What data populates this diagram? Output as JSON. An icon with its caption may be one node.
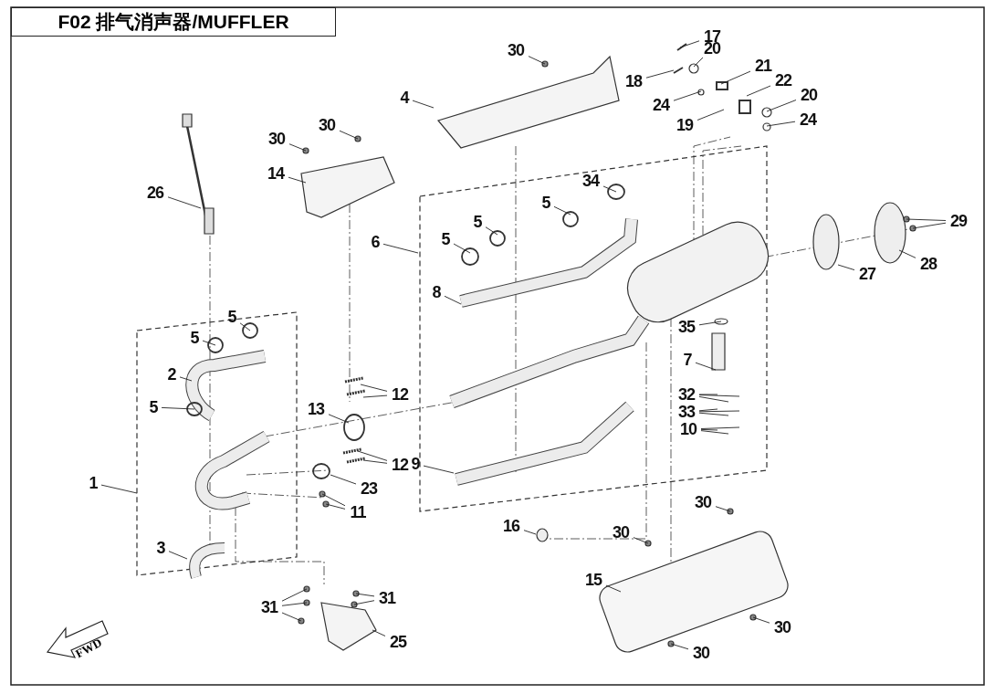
{
  "diagram": {
    "title": "F02 排气消声器/MUFFLER",
    "nodes": [
      {
        "text": [
          "30"
        ]
      },
      {
        "text": [
          "17"
        ]
      },
      {
        "text": [
          "20"
        ]
      },
      {
        "text": [
          "18"
        ]
      },
      {
        "text": [
          "21"
        ]
      },
      {
        "text": [
          "4"
        ]
      },
      {
        "text": [
          "24"
        ]
      },
      {
        "text": [
          "22"
        ]
      },
      {
        "text": [
          "20"
        ]
      },
      {
        "text": [
          "19"
        ]
      },
      {
        "text": [
          "24"
        ]
      },
      {
        "text": [
          "30"
        ]
      },
      {
        "text": [
          "30"
        ]
      },
      {
        "text": [
          "14"
        ]
      },
      {
        "text": [
          "34"
        ]
      },
      {
        "text": [
          "26"
        ]
      },
      {
        "text": [
          "5"
        ]
      },
      {
        "text": [
          "6"
        ]
      },
      {
        "text": [
          "5"
        ]
      },
      {
        "text": [
          "5"
        ]
      },
      {
        "text": [
          "29"
        ]
      },
      {
        "text": [
          "27"
        ]
      },
      {
        "text": [
          "28"
        ]
      },
      {
        "text": [
          "8"
        ]
      },
      {
        "text": [
          "5"
        ]
      },
      {
        "text": [
          "5"
        ]
      },
      {
        "text": [
          "35"
        ]
      },
      {
        "text": [
          "7"
        ]
      },
      {
        "text": [
          "2"
        ]
      },
      {
        "text": [
          "32"
        ]
      },
      {
        "text": [
          "12"
        ]
      },
      {
        "text": [
          "5"
        ]
      },
      {
        "text": [
          "33"
        ]
      },
      {
        "text": [
          "13"
        ]
      },
      {
        "text": [
          "10"
        ]
      },
      {
        "text": [
          "9"
        ]
      },
      {
        "text": [
          "12"
        ]
      },
      {
        "text": [
          "23"
        ]
      },
      {
        "text": [
          "1"
        ]
      },
      {
        "text": [
          "11"
        ]
      },
      {
        "text": [
          "30"
        ]
      },
      {
        "text": [
          "16"
        ]
      },
      {
        "text": [
          "30"
        ]
      },
      {
        "text": [
          "3"
        ]
      },
      {
        "text": [
          "15"
        ]
      },
      {
        "text": [
          "31"
        ]
      },
      {
        "text": [
          "31"
        ]
      },
      {
        "text": [
          "30"
        ]
      },
      {
        "text": [
          "25"
        ]
      },
      {
        "text": [
          "30"
        ]
      }
    ],
    "edges": [
      {
        "from": 0,
        "to": null,
        "arrow": "none"
      },
      {
        "from": 1,
        "to": null,
        "arrow": "none"
      },
      {
        "from": 2,
        "to": null,
        "arrow": "none"
      },
      {
        "from": 3,
        "to": null,
        "arrow": "none"
      },
      {
        "from": 4,
        "to": null,
        "arrow": "none"
      },
      {
        "from": 5,
        "to": null,
        "arrow": "none"
      },
      {
        "from": 6,
        "to": null,
        "arrow": "none"
      },
      {
        "from": 7,
        "to": null,
        "arrow": "none"
      },
      {
        "from": 8,
        "to": null,
        "arrow": "none"
      },
      {
        "from": 9,
        "to": null,
        "arrow": "none"
      },
      {
        "from": 10,
        "to": null,
        "arrow": "none"
      },
      {
        "from": 11,
        "to": null,
        "arrow": "none"
      },
      {
        "from": 12,
        "to": null,
        "arrow": "none"
      },
      {
        "from": 13,
        "to": null,
        "arrow": "none"
      },
      {
        "from": 14,
        "to": null,
        "arrow": "none"
      },
      {
        "from": 15,
        "to": null,
        "arrow": "none"
      },
      {
        "from": 16,
        "to": null,
        "arrow": "none"
      },
      {
        "from": 17,
        "to": null,
        "arrow": "none"
      },
      {
        "from": 18,
        "to": null,
        "arrow": "none"
      },
      {
        "from": 19,
        "to": null,
        "arrow": "none"
      },
      {
        "from": 20,
        "to": null,
        "arrow": "none"
      },
      {
        "from": 20,
        "to": null,
        "arrow": "none"
      },
      {
        "from": 21,
        "to": null,
        "arrow": "none"
      },
      {
        "from": 22,
        "to": null,
        "arrow": "none"
      },
      {
        "from": 23,
        "to": null,
        "arrow": "none"
      },
      {
        "from": 24,
        "to": null,
        "arrow": "none"
      },
      {
        "from": 25,
        "to": null,
        "arrow": "none"
      },
      {
        "from": 26,
        "to": null,
        "arrow": "none"
      },
      {
        "from": 27,
        "to": null,
        "arrow": "none"
      },
      {
        "from": 28,
        "to": null,
        "arrow": "none"
      },
      {
        "from": 29,
        "to": null,
        "arrow": "none"
      },
      {
        "from": 29,
        "to": null,
        "arrow": "none"
      },
      {
        "from": 29,
        "to": null,
        "arrow": "none"
      },
      {
        "from": 30,
        "to": null,
        "arrow": "none"
      },
      {
        "from": 30,
        "to": null,
        "arrow": "none"
      },
      {
        "from": 31,
        "to": null,
        "arrow": "none"
      },
      {
        "from": 32,
        "to": null,
        "arrow": "none"
      },
      {
        "from": 32,
        "to": null,
        "arrow": "none"
      },
      {
        "from": 32,
        "to": null,
        "arrow": "none"
      },
      {
        "from": 33,
        "to": null,
        "arrow": "none"
      },
      {
        "from": 34,
        "to": null,
        "arrow": "none"
      },
      {
        "from": 34,
        "to": null,
        "arrow": "none"
      },
      {
        "from": 34,
        "to": null,
        "arrow": "none"
      },
      {
        "from": 35,
        "to": null,
        "arrow": "none"
      },
      {
        "from": 36,
        "to": null,
        "arrow": "none"
      },
      {
        "from": 36,
        "to": null,
        "arrow": "none"
      },
      {
        "from": 37,
        "to": null,
        "arrow": "none"
      },
      {
        "from": 38,
        "to": null,
        "arrow": "none"
      },
      {
        "from": 39,
        "to": null,
        "arrow": "none"
      },
      {
        "from": 39,
        "to": null,
        "arrow": "none"
      },
      {
        "from": 40,
        "to": null,
        "arrow": "none"
      },
      {
        "from": 41,
        "to": null,
        "arrow": "none"
      },
      {
        "from": 42,
        "to": null,
        "arrow": "none"
      },
      {
        "from": 43,
        "to": null,
        "arrow": "none"
      },
      {
        "from": 44,
        "to": null,
        "arrow": "none"
      },
      {
        "from": 45,
        "to": null,
        "arrow": "none"
      },
      {
        "from": 45,
        "to": null,
        "arrow": "none"
      },
      {
        "from": 45,
        "to": null,
        "arrow": "none"
      },
      {
        "from": 46,
        "to": null,
        "arrow": "none"
      },
      {
        "from": 46,
        "to": null,
        "arrow": "none"
      },
      {
        "from": 47,
        "to": null,
        "arrow": "none"
      },
      {
        "from": 48,
        "to": null,
        "arrow": "none"
      },
      {
        "from": 49,
        "to": null,
        "arrow": "none"
      }
    ],
    "labels": [
      "FWD"
    ]
  }
}
